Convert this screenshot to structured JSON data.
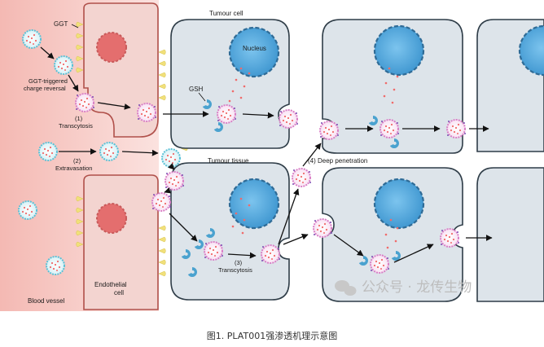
{
  "labels": {
    "ggt": "GGT",
    "ggt_triggered": [
      "GGT-triggered",
      "charge reversal"
    ],
    "step1": [
      "(1)",
      "Transcytosis"
    ],
    "step2": [
      "(2)",
      "Extravasation"
    ],
    "step3": [
      "(3)",
      "Transcytosis"
    ],
    "step4": "(4) Deep penetration",
    "tumour_cell": "Tumour cell",
    "nucleus": "Nucleus",
    "gsh": "GSH",
    "tumour_tissue": "Tumour tissue",
    "blood_vessel": "Blood vessel",
    "endothelial": [
      "Endothelial",
      "cell"
    ]
  },
  "watermark": "公众号 · 龙传生物",
  "caption": "图1. PLAT001强渗透机理示意图",
  "colors": {
    "vessel": "#f6c9c4",
    "endothelial": "#f3d9d6",
    "tumour_cell": "#dde4ea",
    "nucleus": "#5aaedf",
    "ggt": "#f1e07a",
    "gsh": "#4aa2cf",
    "np_blue": "#5bc1d6",
    "np_pink": "#e7a3d8",
    "drug_dot": "#f06a6a"
  }
}
